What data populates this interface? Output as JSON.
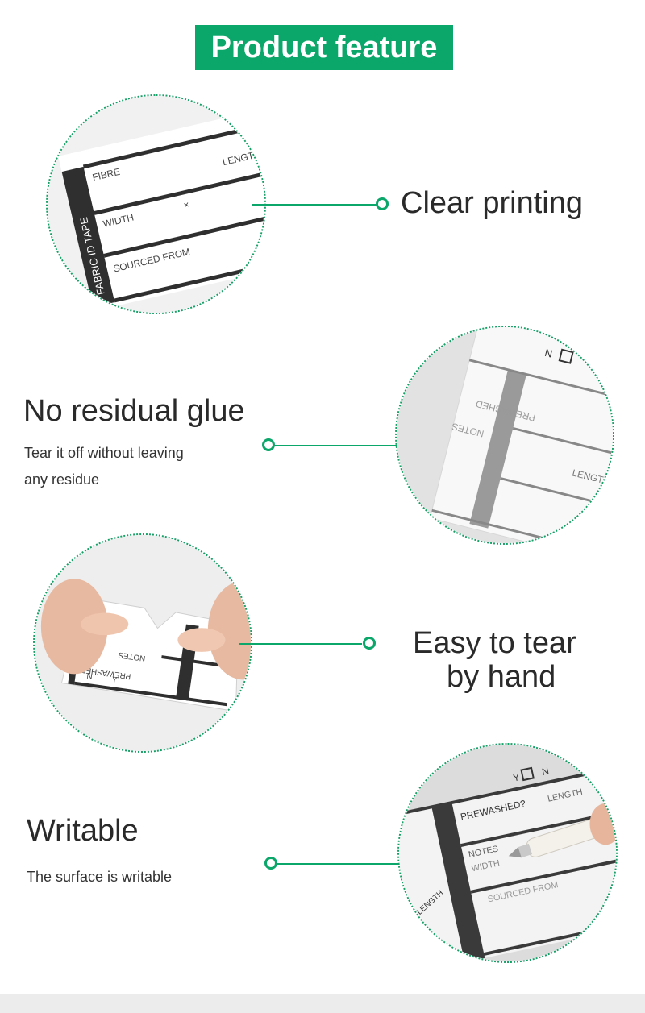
{
  "header": {
    "title": "Product feature"
  },
  "features": [
    {
      "heading": "Clear printing"
    },
    {
      "heading": "No residual glue",
      "description": [
        "Tear it off without leaving",
        "any residue"
      ]
    },
    {
      "heading_lines": [
        "Easy to tear",
        "by hand"
      ]
    },
    {
      "heading": "Writable",
      "description": [
        "The surface is writable"
      ]
    }
  ],
  "labels": {
    "fabric_id_tape": "FABRIC ID TAPE",
    "fibre": "FIBRE",
    "length": "LENGTH",
    "width": "WIDTH",
    "times": "×",
    "sourced_from": "SOURCED FROM",
    "prewashed": "PREWASHED",
    "prewashed_q": "PREWASHED?",
    "notes": "NOTES",
    "y": "Y",
    "n": "N"
  },
  "colors": {
    "accent": "#0aa66a",
    "footer": "#ececec"
  }
}
